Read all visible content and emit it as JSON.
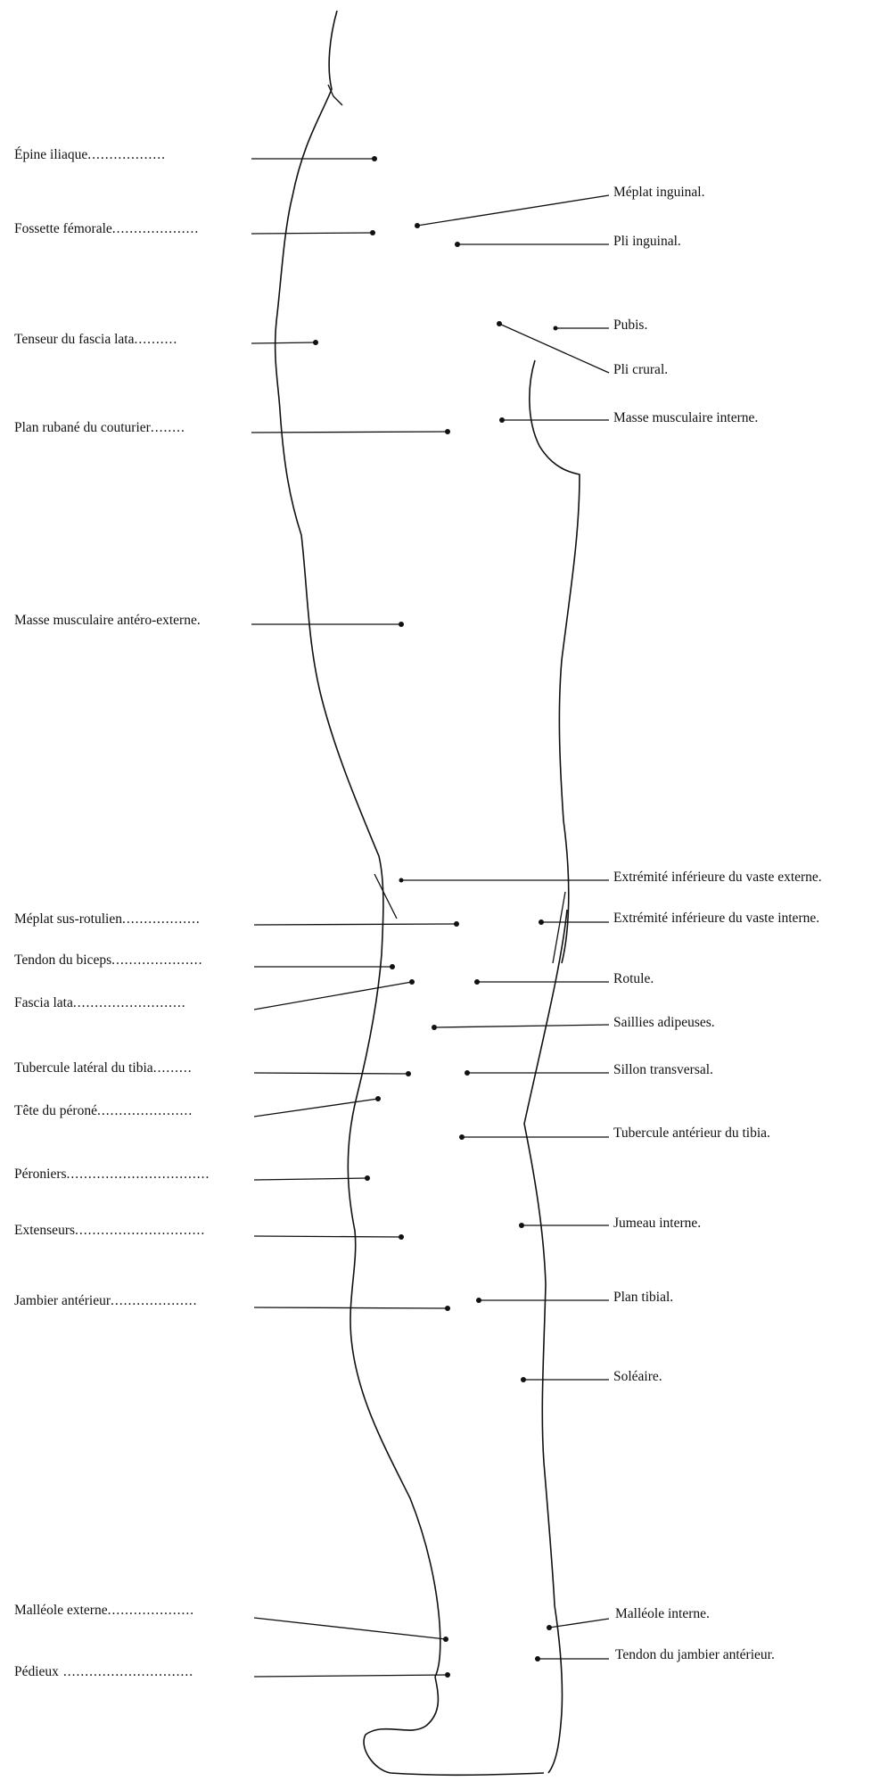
{
  "labels": {
    "epine_iliaque": "Épine iliaque",
    "fossette_femorale": "Fossette fémorale",
    "tenseur": "Tenseur du fascia lata",
    "plan_rubane": "Plan rubané du couturier",
    "masse_antero_externe": "Masse musculaire antéro-externe.",
    "meplat_sus_rotulien": "Méplat sus-rotulien",
    "tendon_biceps": "Tendon du biceps",
    "fascia_lata": "Fascia lata",
    "tubercule_lateral": "Tubercule latéral du tibia",
    "tete_perone": "Tête du péroné",
    "peroniers": "Péroniers",
    "extenseurs": "Extenseurs",
    "jambier_anterieur": "Jambier antérieur",
    "malleole_externe": "Malléole externe",
    "pedieux": "Pédieux",
    "meplat_inguinal": "Méplat inguinal.",
    "pli_inguinal": "Pli inguinal.",
    "pubis": "Pubis.",
    "pli_crural": "Pli crural.",
    "masse_interne": "Masse musculaire interne.",
    "vaste_externe": "Extrémité inférieure du vaste externe.",
    "vaste_interne": "Extrémité inférieure du vaste interne.",
    "rotule": "Rotule.",
    "saillies_adipeuses": "Saillies adipeuses.",
    "sillon_transversal": "Sillon transversal.",
    "tubercule_anterieur": "Tubercule antérieur du tibia.",
    "jumeau_interne": "Jumeau interne.",
    "plan_tibial": "Plan tibial.",
    "soleaire": "Soléaire.",
    "malleole_interne": "Malléole interne.",
    "tendon_jambier": "Tendon du jambier antérieur."
  }
}
